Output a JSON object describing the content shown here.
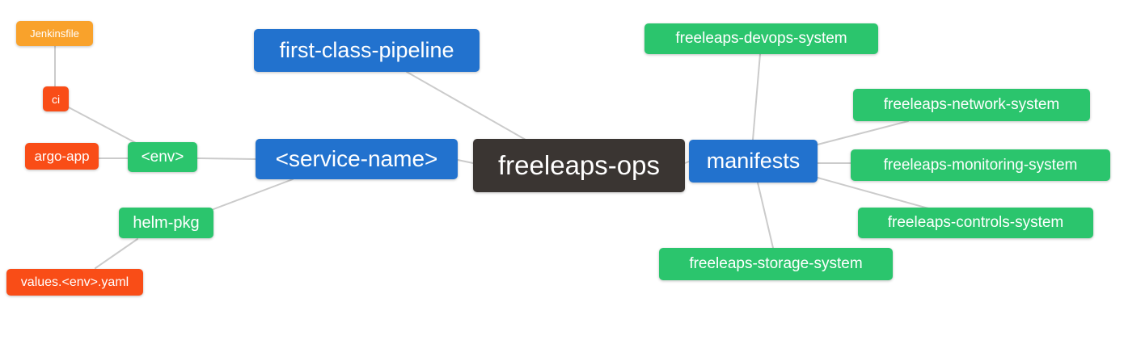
{
  "diagram": {
    "title": "freeleaps-ops repository structure mind map",
    "colors": {
      "blue": "#2272ce",
      "green": "#2bc56d",
      "red_orange": "#f94d17",
      "amber": "#f9a22b",
      "dark": "#3a3532",
      "edge": "#cbcbcb",
      "background": "#ffffff",
      "text": "#ffffff"
    },
    "nodes": [
      {
        "id": "jenkinsfile",
        "label": "Jenkinsfile",
        "color": "#f9a22b"
      },
      {
        "id": "ci",
        "label": "ci",
        "color": "#f94d17"
      },
      {
        "id": "argo-app",
        "label": "argo-app",
        "color": "#f94d17"
      },
      {
        "id": "env",
        "label": "<env>",
        "color": "#2bc56d"
      },
      {
        "id": "helm-pkg",
        "label": "helm-pkg",
        "color": "#2bc56d"
      },
      {
        "id": "values-env-yaml",
        "label": "values.<env>.yaml",
        "color": "#f94d17"
      },
      {
        "id": "first-class-pipeline",
        "label": "first-class-pipeline",
        "color": "#2272ce"
      },
      {
        "id": "service-name",
        "label": "<service-name>",
        "color": "#2272ce"
      },
      {
        "id": "freeleaps-ops",
        "label": "freeleaps-ops",
        "color": "#3a3532"
      },
      {
        "id": "manifests",
        "label": "manifests",
        "color": "#2272ce"
      },
      {
        "id": "freeleaps-devops-system",
        "label": "freeleaps-devops-system",
        "color": "#2bc56d"
      },
      {
        "id": "freeleaps-network-system",
        "label": "freeleaps-network-system",
        "color": "#2bc56d"
      },
      {
        "id": "freeleaps-monitoring-system",
        "label": "freeleaps-monitoring-system",
        "color": "#2bc56d"
      },
      {
        "id": "freeleaps-controls-system",
        "label": "freeleaps-controls-system",
        "color": "#2bc56d"
      },
      {
        "id": "freeleaps-storage-system",
        "label": "freeleaps-storage-system",
        "color": "#2bc56d"
      }
    ],
    "edges": [
      {
        "from": "jenkinsfile",
        "to": "ci"
      },
      {
        "from": "ci",
        "to": "env"
      },
      {
        "from": "argo-app",
        "to": "env"
      },
      {
        "from": "env",
        "to": "service-name"
      },
      {
        "from": "helm-pkg",
        "to": "service-name"
      },
      {
        "from": "values-env-yaml",
        "to": "helm-pkg"
      },
      {
        "from": "first-class-pipeline",
        "to": "freeleaps-ops"
      },
      {
        "from": "service-name",
        "to": "freeleaps-ops"
      },
      {
        "from": "freeleaps-ops",
        "to": "manifests"
      },
      {
        "from": "manifests",
        "to": "freeleaps-devops-system"
      },
      {
        "from": "manifests",
        "to": "freeleaps-network-system"
      },
      {
        "from": "manifests",
        "to": "freeleaps-monitoring-system"
      },
      {
        "from": "manifests",
        "to": "freeleaps-controls-system"
      },
      {
        "from": "manifests",
        "to": "freeleaps-storage-system"
      }
    ]
  }
}
